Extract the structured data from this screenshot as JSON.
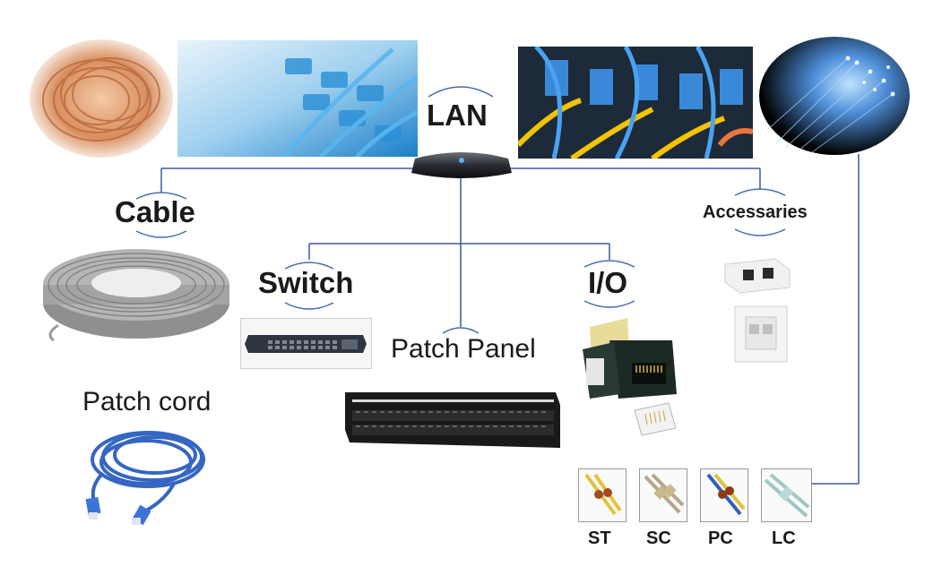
{
  "nodes": {
    "lan": "LAN",
    "cable": "Cable",
    "switch": "Switch",
    "io": "I/O",
    "accessories": "Accessaries",
    "patch_panel": "Patch Panel",
    "patch_cord": "Patch cord"
  },
  "connectors": [
    "ST",
    "SC",
    "PC",
    "LC"
  ],
  "colors": {
    "line": "#3d5a99",
    "arc": "#4a6aa8",
    "copper": "#c87a4a",
    "cable_grey": "#9a9a9a",
    "patch_blue": "#3466c2",
    "fiber_blue": "#4f8fd9"
  }
}
